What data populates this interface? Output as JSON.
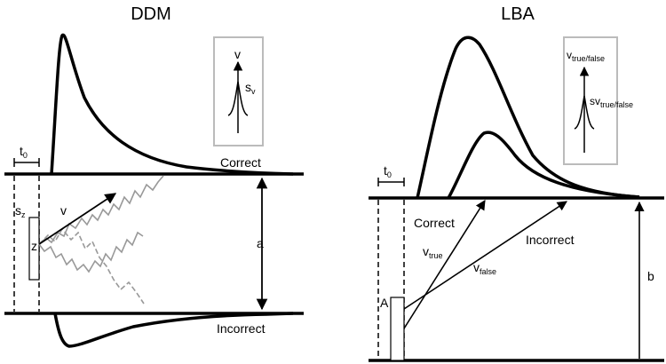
{
  "ddm": {
    "title": "DDM",
    "upper_boundary_label": "Correct",
    "lower_boundary_label": "Incorrect",
    "nondecision_label": "t",
    "nondecision_sub": "0",
    "start_var_label": "s",
    "start_var_sub": "z",
    "start_label": "z",
    "drift_label": "v",
    "separation_label": "a",
    "inset": {
      "top_label": "v",
      "spread_label": "s",
      "spread_sub": "v"
    }
  },
  "lba": {
    "title": "LBA",
    "nondecision_label": "t",
    "nondecision_sub": "0",
    "correct_label": "Correct",
    "incorrect_label": "Incorrect",
    "drift_true_label": "v",
    "drift_true_sub": "true",
    "drift_false_label": "v",
    "drift_false_sub": "false",
    "start_range_label": "A",
    "threshold_label": "b",
    "inset": {
      "top_label": "v",
      "top_sub": "true/false",
      "spread_label": "sv",
      "spread_sub": "true/false"
    }
  }
}
